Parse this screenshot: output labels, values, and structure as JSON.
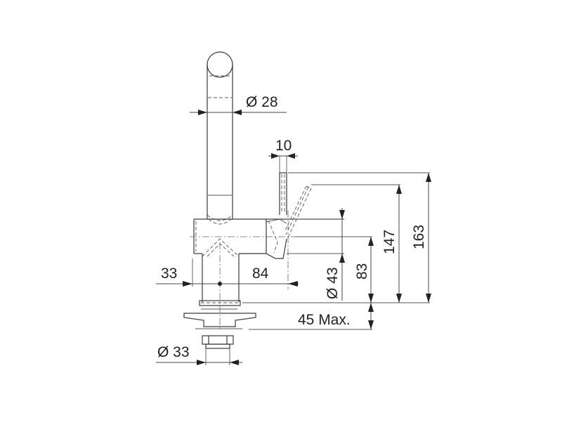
{
  "drawing": {
    "subject": "Single-lever mixer tap technical dimension drawing",
    "units": "mm",
    "dimensions": {
      "spout_diameter": "Ø 28",
      "lever_width": "10",
      "left_offset": "33",
      "spout_reach": "84",
      "body_diameter": "Ø 43",
      "body_height": "83",
      "lever_angled_height": "147",
      "overall_height": "163",
      "max_counter_thickness": "45 Max.",
      "mount_diameter": "Ø 33"
    }
  }
}
